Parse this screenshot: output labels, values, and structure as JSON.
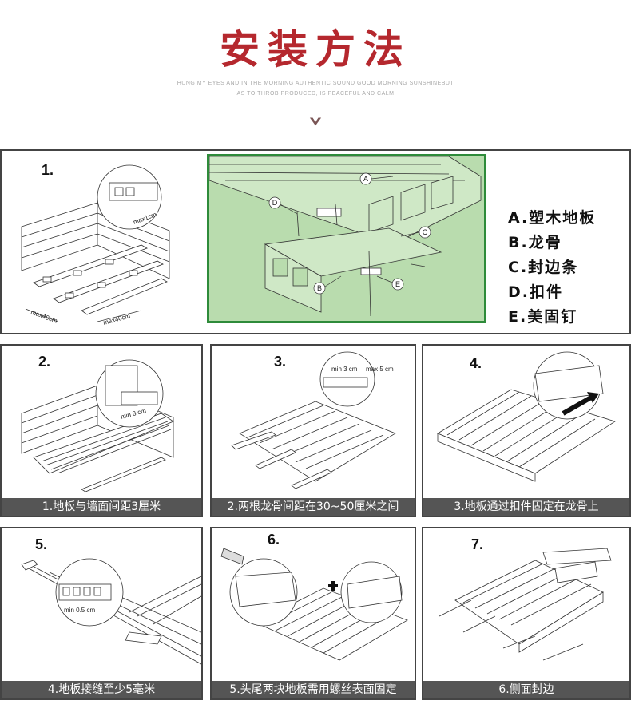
{
  "header": {
    "title": "安装方法",
    "subtitle_line1": "HUNG MY EYES AND IN THE MORNING AUTHENTIC SOUND GOOD MORNING SUNSHINEBUT",
    "subtitle_line2": "AS TO THROB PRODUCED, IS PEACEFUL AND CALM"
  },
  "top_panel": {
    "step_number": "1.",
    "diagram_labels": {
      "a": "A",
      "b": "B",
      "c": "C",
      "d": "D",
      "e": "E",
      "max_40cm_1": "max40cm",
      "max_40cm_2": "max40cm",
      "max_1cm": "max1cm"
    },
    "legend": [
      "A.塑木地板",
      "B.龙骨",
      "C.封边条",
      "D.扣件",
      "E.美固钉"
    ]
  },
  "steps": [
    {
      "number": "2.",
      "caption": "1.地板与墙面间距3厘米",
      "note": "min 3 cm"
    },
    {
      "number": "3.",
      "caption": "2.两根龙骨间距在30~50厘米之间",
      "note1": "min 3 cm",
      "note2": "max 5 cm"
    },
    {
      "number": "4.",
      "caption": "3.地板通过扣件固定在龙骨上"
    },
    {
      "number": "5.",
      "caption": "4.地板接缝至少5毫米",
      "note": "min 0.5 cm"
    },
    {
      "number": "6.",
      "caption": "5.头尾两块地板需用螺丝表面固定"
    },
    {
      "number": "7.",
      "caption": "6.侧面封边"
    }
  ],
  "colors": {
    "title": "#b5282e",
    "caption_bg": "#555555",
    "green_panel": "#b9dcae",
    "green_border": "#2e8b3a"
  }
}
